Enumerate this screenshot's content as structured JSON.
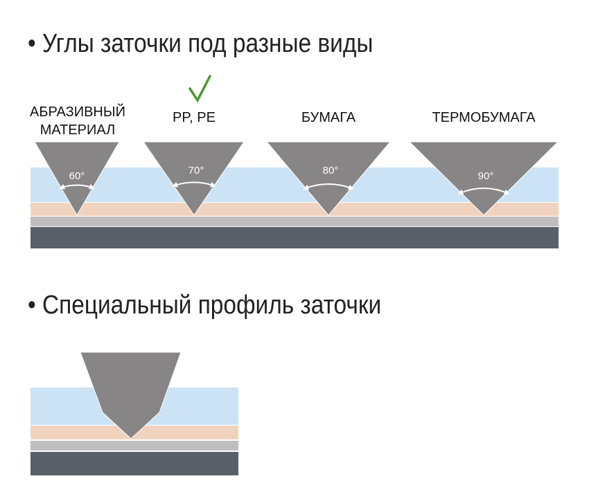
{
  "section1": {
    "bullet": "•",
    "title": "Углы заточки под разные виды"
  },
  "section2": {
    "bullet": "•",
    "title": "Специальный профиль заточки"
  },
  "blades": [
    {
      "label_line1": "АБРАЗИВНЫЙ",
      "label_line2": "МАТЕРИАЛ",
      "angle": "60°",
      "selected": false
    },
    {
      "label_line1": "PP, PE",
      "angle": "70°",
      "selected": true
    },
    {
      "label_line1": "БУМАГА",
      "angle": "80°",
      "selected": false
    },
    {
      "label_line1": "ТЕРМОБУМАГА",
      "angle": "90°",
      "selected": false
    }
  ],
  "colors": {
    "blade": "#878586",
    "layer_top": "#cbe3f5",
    "layer_adhesive": "#f0d3bf",
    "layer_liner": "#bfbdbe",
    "layer_base": "#5a606a",
    "check": "#4a9a2e"
  }
}
